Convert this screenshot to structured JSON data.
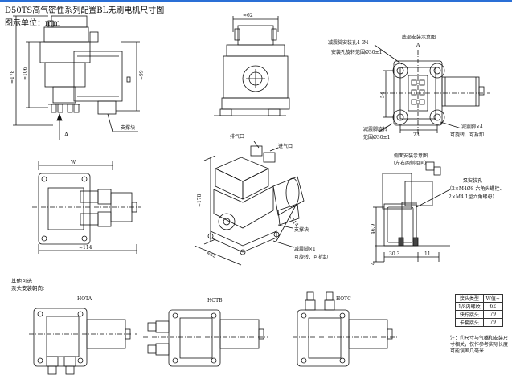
{
  "title": "D50TS高气密性系列配置BL无刷电机尺寸图",
  "unit": "图示单位：mm",
  "front_view": {
    "dim_left": "≈178",
    "dim_mid": "≈106",
    "dim_right": "≈99",
    "arrow_label": "A",
    "bracket_label": "支撑块"
  },
  "side_view": {
    "dim_top": "≈62"
  },
  "bottom_view": {
    "title": "底部安装示意图",
    "title_letter": "A",
    "hole_label_1": "减震脚安装孔4-Ø4",
    "hole_label_2": "安装孔旋转范围Ø30±1",
    "dim_54": "54",
    "dim_23": "23",
    "rotate_label_1": "减震脚旋转",
    "rotate_label_2": "范围Ø30±1",
    "pad_label_1": "减震脚×4",
    "pad_label_2": "可旋转、可拆卸"
  },
  "top_view": {
    "dim_w": "W",
    "dim_114": "≈114"
  },
  "iso_view": {
    "exhaust": "排气口",
    "intake": "进气口",
    "dim_178": "≈178",
    "dim_114": "≈114",
    "dim_62": "≈62",
    "bracket_label": "支撑块",
    "pad_label_1": "减震脚×1",
    "pad_label_2": "可旋转、可拆卸"
  },
  "side_mount": {
    "title_1": "侧面安装示意图",
    "title_2": "（左右两侧相同）",
    "hole_title": "泵安装孔",
    "hole_1": "（2×M4Ø8 六角头螺栓、",
    "hole_2": "2×M4 1型六角螺母）",
    "dim_469": "46.9",
    "dim_303": "30.3",
    "dim_11": "11",
    "dim_4": "4"
  },
  "options": {
    "line1": "其他可选",
    "line2": "泵头安装朝向:",
    "labels": [
      "HOTA",
      "HOTB",
      "HOTC"
    ]
  },
  "connector_table": {
    "header": [
      "接头类型",
      "W值≈"
    ],
    "rows": [
      [
        "1/8内螺纹",
        "62"
      ],
      [
        "快拧接头",
        "79"
      ],
      [
        "卡套接头",
        "79"
      ]
    ]
  },
  "note": "注：①尺寸与气嘴和安装尺寸相关，仅作参考实际长度可能误差几毫米"
}
